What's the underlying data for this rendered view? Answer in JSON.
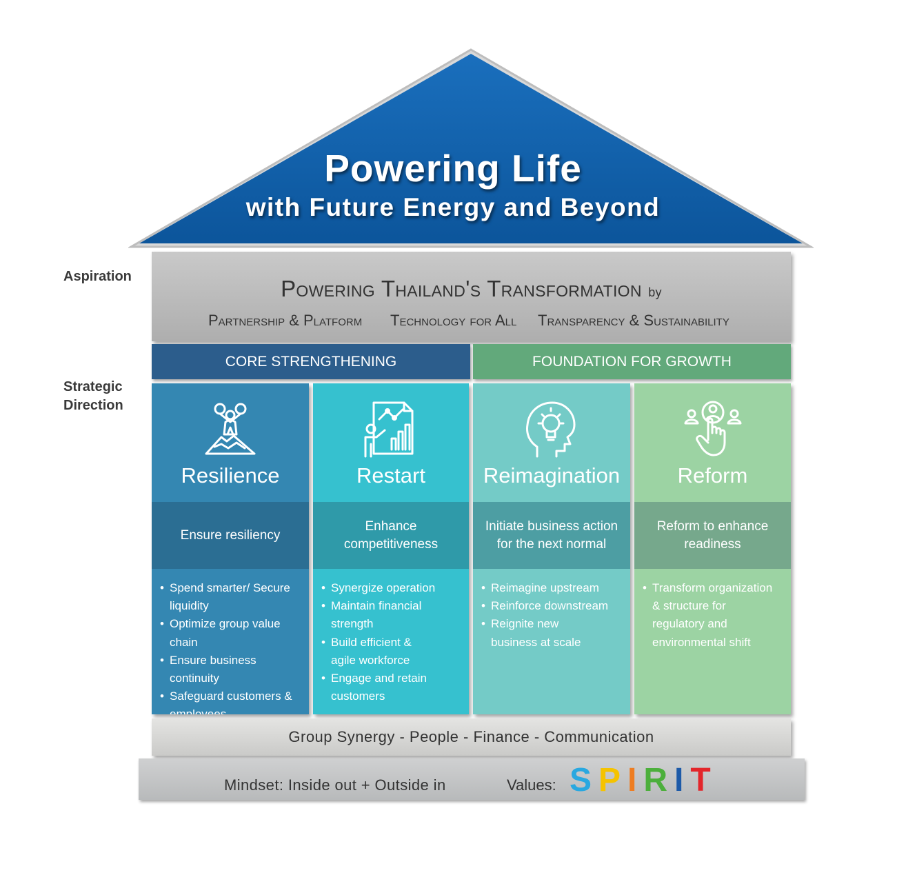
{
  "roof": {
    "title": "Powering Life",
    "subtitle": "with Future Energy and Beyond",
    "color": "#0d5ea8"
  },
  "side_labels": {
    "aspiration": "Aspiration",
    "strategic_line1": "Strategic",
    "strategic_line2": "Direction"
  },
  "aspiration": {
    "title": "Powering Thailand's Transformation",
    "by": "by",
    "pillars": [
      "Partnership & Platform",
      "Technology for All",
      "Transparency & Sustainability"
    ]
  },
  "categories": {
    "core": {
      "label": "CORE STRENGTHENING",
      "color": "#2c5d8c"
    },
    "growth": {
      "label": "FOUNDATION FOR GROWTH",
      "color": "#62a97b"
    }
  },
  "pillars": [
    {
      "title": "Resilience",
      "icon": "mountain-climber-icon",
      "tagline": [
        "Ensure resiliency"
      ],
      "bullets": [
        "Spend smarter/ Secure liquidity",
        "Optimize group value chain",
        "Ensure business continuity",
        "Safeguard customers & employees"
      ],
      "colors": {
        "head": "#3487b2",
        "mid": "#2b6e93",
        "list": "#3487b2"
      }
    },
    {
      "title": "Restart",
      "icon": "presentation-chart-icon",
      "tagline": [
        "Enhance",
        "competitiveness"
      ],
      "bullets": [
        "Synergize operation",
        "Maintain financial strength",
        "Build efficient & agile workforce",
        "Engage and retain customers"
      ],
      "colors": {
        "head": "#36c1cf",
        "mid": "#2f9aa9",
        "list": "#36c1cf"
      }
    },
    {
      "title": "Reimagination",
      "icon": "lightbulb-head-icon",
      "tagline": [
        "Initiate business action",
        "for the next normal"
      ],
      "bullets": [
        "Reimagine upstream",
        "Reinforce downstream",
        "Reignite new business at scale"
      ],
      "colors": {
        "head": "#74cbc7",
        "mid": "#4d9ea3",
        "list": "#74cbc7"
      }
    },
    {
      "title": "Reform",
      "icon": "people-touch-icon",
      "tagline": [
        "Reform to enhance",
        "readiness"
      ],
      "bullets": [
        "Transform organization & structure for regulatory and environmental shift"
      ],
      "colors": {
        "head": "#9cd3a3",
        "mid": "#76a88c",
        "list": "#9cd3a3"
      }
    }
  ],
  "base": {
    "enablers": "Group Synergy - People - Finance - Communication",
    "mindset": "Mindset: Inside out + Outside in",
    "values_label": "Values:",
    "spirit_letters": [
      {
        "char": "S",
        "color": "#29a8e0"
      },
      {
        "char": "P",
        "color": "#f5c300"
      },
      {
        "char": "I",
        "color": "#ee7d22"
      },
      {
        "char": "R",
        "color": "#4caf3c"
      },
      {
        "char": "I",
        "color": "#1d5aa8"
      },
      {
        "char": "T",
        "color": "#e3262b"
      }
    ]
  }
}
